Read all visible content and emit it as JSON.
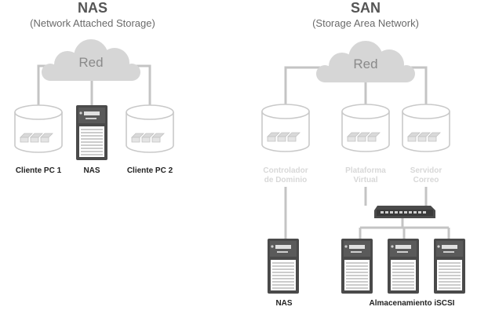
{
  "nas": {
    "title": "NAS",
    "subtitle": "(Network Attached Storage)",
    "cloud_label": "Red",
    "label_client1": "Cliente PC 1",
    "label_nas": "NAS",
    "label_client2": "Cliente PC 2"
  },
  "san": {
    "title": "SAN",
    "subtitle": "(Storage Area Network)",
    "cloud_label": "Red",
    "controller_line1": "Controlador",
    "controller_line2": "de Dominio",
    "virtual_line1": "Plataforma",
    "virtual_line2": "Virtual",
    "mail_line1": "Servidor",
    "mail_line2": "Correo",
    "label_nas": "NAS",
    "label_iscsi": "Almacenamiento iSCSI"
  },
  "colors": {
    "cloud": "#d6d6d6",
    "cloud_text": "#8a8a8a",
    "line": "#c4c4c4",
    "device_dark": "#4a4a4a",
    "faded_label": "#d8d8d8"
  }
}
